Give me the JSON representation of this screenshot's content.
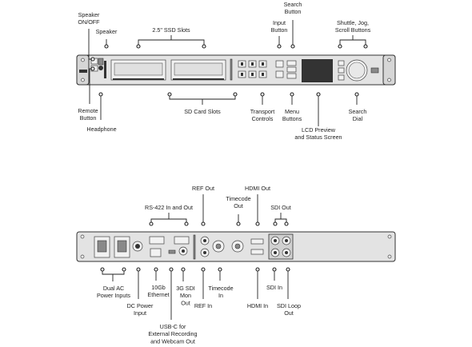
{
  "front": {
    "labels": {
      "speaker_onoff": [
        "Speaker",
        "ON/OFF"
      ],
      "speaker": [
        "Speaker"
      ],
      "ssd_slots": [
        "2.5\" SSD Slots"
      ],
      "input_button": [
        "Input",
        "Button"
      ],
      "search_button": [
        "Search",
        "Button"
      ],
      "shuttle": [
        "Shuttle, Jog,",
        "Scroll Buttons"
      ],
      "remote_button": [
        "Remote",
        "Button"
      ],
      "headphone": [
        "Headphone"
      ],
      "sd_card_slots": [
        "SD Card Slots"
      ],
      "transport": [
        "Transport",
        "Controls"
      ],
      "menu_buttons": [
        "Menu",
        "Buttons"
      ],
      "lcd": [
        "LCD Preview",
        "and Status Screen"
      ],
      "search_dial": [
        "Search",
        "Dial"
      ]
    }
  },
  "rear": {
    "labels": {
      "ref_out": [
        "REF Out"
      ],
      "hdmi_out": [
        "HDMI Out"
      ],
      "rs422": [
        "RS-422 In and Out"
      ],
      "timecode_out": [
        "Timecode",
        "Out"
      ],
      "sdi_out": [
        "SDI Out"
      ],
      "dual_ac": [
        "Dual AC",
        "Power Inputs"
      ],
      "ethernet": [
        "10Gb",
        "Ethernet"
      ],
      "mon_out": [
        "3G SDI",
        "Mon",
        "Out"
      ],
      "timecode_in": [
        "Timecode",
        "In"
      ],
      "dc_power": [
        "DC Power",
        "Input"
      ],
      "ref_in": [
        "REF In"
      ],
      "hdmi_in": [
        "HDMI In"
      ],
      "sdi_in": [
        "SDI In"
      ],
      "sdi_loop": [
        "SDI Loop",
        "Out"
      ],
      "usbc": [
        "USB-C for",
        "External Recording",
        "and Webcam Out"
      ]
    }
  }
}
